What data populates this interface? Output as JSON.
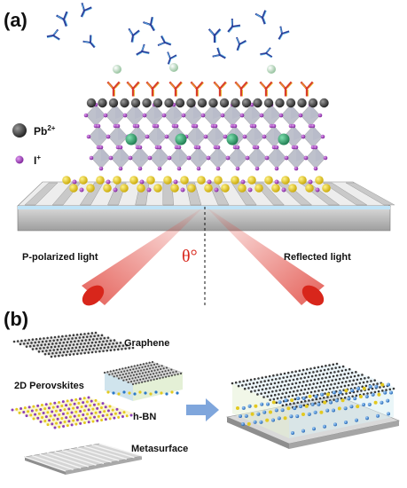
{
  "panel_a": {
    "label": "(a)",
    "legend_pb": "Pb",
    "legend_pb_sup": "2+",
    "legend_i": "I",
    "legend_i_sup": "+",
    "left_beam": "P-polarized light",
    "right_beam": "Reflected light",
    "angle": "θ°"
  },
  "panel_b": {
    "label": "(b)",
    "graphene": "Graphene",
    "perovskites": "2D Perovskites",
    "hbn": "h-BN",
    "metasurface": "Metasurface"
  },
  "colors": {
    "antibody_blue": "#2b3f9a",
    "antibody_light": "#59b7e6",
    "receptor_red": "#d83a2c",
    "receptor_yellow": "#e8b02a",
    "octahedron": "#8a8fa3",
    "iodide": "#a13bbd",
    "lead": "#3b3b3b",
    "cation": "#2f9b6c",
    "gold": "#e3c91f",
    "beam": "#e0433a",
    "arrow": "#7fa6dc"
  }
}
